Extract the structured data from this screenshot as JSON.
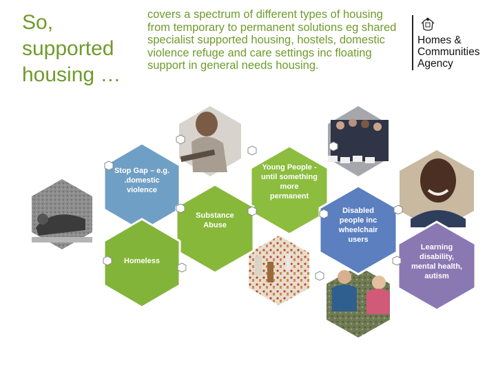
{
  "slide": {
    "title": "So,\nsupported\nhousing …",
    "intro": "covers a spectrum of different types of housing from temporary to permanent solutions eg shared specialist supported housing, hostels, domestic violence refuge and care settings inc floating support in general needs housing."
  },
  "logo": {
    "name": "Homes &\nCommunities\nAgency",
    "icon": "royal-crest"
  },
  "hexagons": [
    {
      "label_lines": [
        "Stop Gap – e.g.",
        ".domestic",
        "violence"
      ],
      "color": "#6f9fc4"
    },
    {
      "label_lines": [
        "Young People -",
        "until something",
        "more",
        "permanent"
      ],
      "color": "#8cbd3f"
    },
    {
      "label_lines": [
        "Substance",
        "Abuse"
      ],
      "color": "#88b83a"
    },
    {
      "label_lines": [
        "Disabled",
        "people inc",
        "wheelchair",
        "users"
      ],
      "color": "#5b7fbf"
    },
    {
      "label_lines": [
        "Homeless"
      ],
      "color": "#82b439"
    },
    {
      "label_lines": [
        "Learning",
        "disability,",
        "mental health,",
        "autism"
      ],
      "color": "#8a78b2"
    }
  ],
  "photos": [
    {
      "subject": "seated woman photo"
    },
    {
      "subject": "young people group photo"
    },
    {
      "subject": "homeless person photo"
    },
    {
      "subject": "smiling young man photo"
    },
    {
      "subject": "pills and bottles photo"
    },
    {
      "subject": "gardening group photo"
    }
  ]
}
